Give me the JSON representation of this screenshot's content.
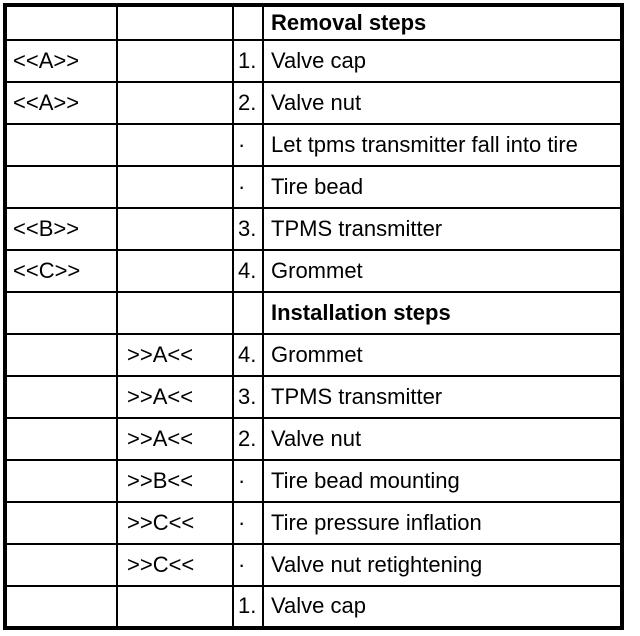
{
  "colors": {
    "background": "#ffffff",
    "border": "#000000",
    "text": "#000000"
  },
  "table": {
    "description": "TPMS transmitter removal and installation steps table",
    "rows": [
      {
        "removal_marker": "",
        "install_marker": "",
        "step": "",
        "description": "Removal steps",
        "is_section_header": true
      },
      {
        "removal_marker": "<<A>>",
        "install_marker": "",
        "step": "1.",
        "description": "Valve cap"
      },
      {
        "removal_marker": "<<A>>",
        "install_marker": "",
        "step": "2.",
        "description": "Valve nut"
      },
      {
        "removal_marker": "",
        "install_marker": "",
        "step": "·",
        "description": "Let tpms transmitter fall into tire"
      },
      {
        "removal_marker": "",
        "install_marker": "",
        "step": "·",
        "description": "Tire bead"
      },
      {
        "removal_marker": "<<B>>",
        "install_marker": "",
        "step": "3.",
        "description": "TPMS transmitter"
      },
      {
        "removal_marker": "<<C>>",
        "install_marker": "",
        "step": "4.",
        "description": "Grommet"
      },
      {
        "removal_marker": "",
        "install_marker": "",
        "step": "",
        "description": "Installation steps",
        "is_section_header": true
      },
      {
        "removal_marker": "",
        "install_marker": ">>A<<",
        "step": "4.",
        "description": "Grommet"
      },
      {
        "removal_marker": "",
        "install_marker": ">>A<<",
        "step": "3.",
        "description": "TPMS transmitter"
      },
      {
        "removal_marker": "",
        "install_marker": ">>A<<",
        "step": "2.",
        "description": "Valve nut"
      },
      {
        "removal_marker": "",
        "install_marker": ">>B<<",
        "step": "·",
        "description": "Tire bead mounting"
      },
      {
        "removal_marker": "",
        "install_marker": ">>C<<",
        "step": "·",
        "description": "Tire pressure inflation"
      },
      {
        "removal_marker": "",
        "install_marker": ">>C<<",
        "step": "·",
        "description": "Valve nut retightening"
      },
      {
        "removal_marker": "",
        "install_marker": "",
        "step": "1.",
        "description": "Valve cap"
      }
    ]
  }
}
